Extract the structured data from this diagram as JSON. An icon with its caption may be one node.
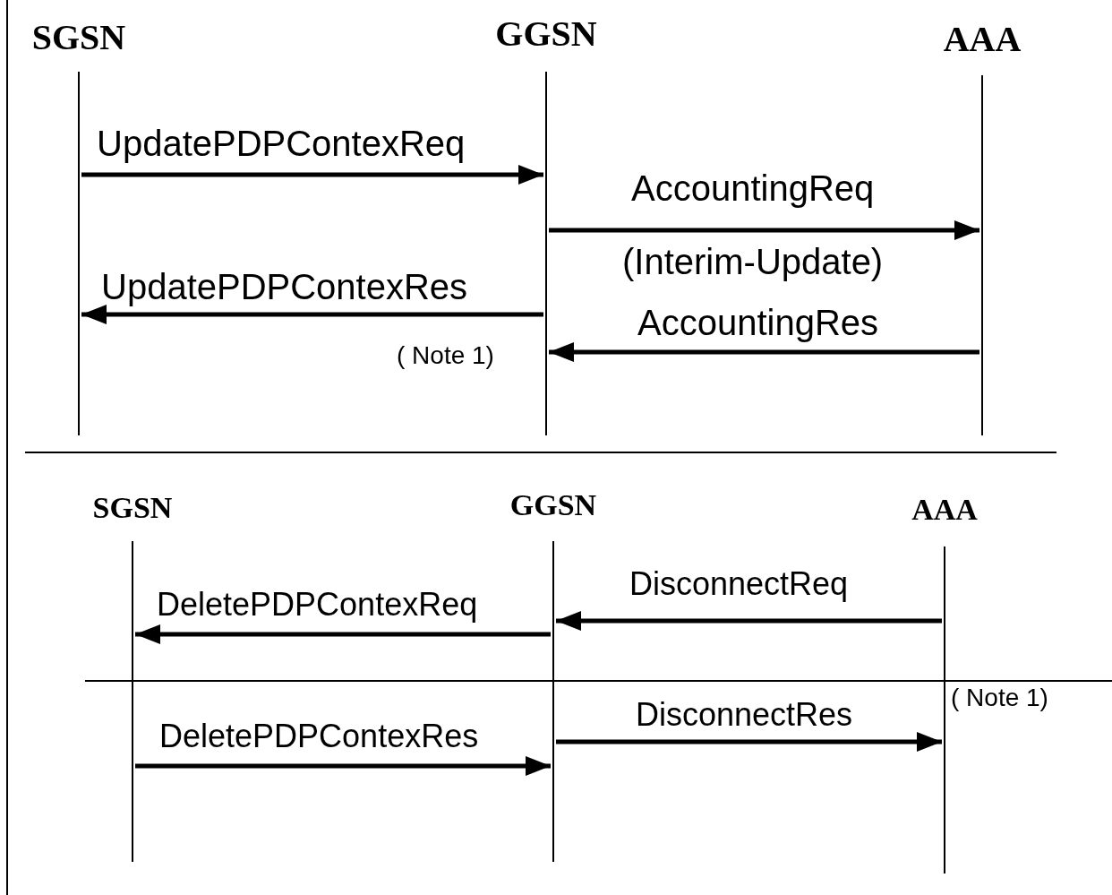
{
  "diagram": {
    "nodes": [
      {
        "text": [
          "SGSN"
        ]
      },
      {
        "text": [
          "GGSN"
        ]
      },
      {
        "text": [
          "AAA"
        ]
      },
      {
        "text": [
          "SGSN"
        ]
      },
      {
        "text": [
          "GGSN"
        ]
      },
      {
        "text": [
          "AAA"
        ]
      }
    ],
    "edges": [
      {
        "from": 0,
        "to": 1,
        "arrow": "to",
        "label": "UpdatePDPContexReq"
      },
      {
        "from": 1,
        "to": 2,
        "arrow": "to",
        "label": "AccountingReq"
      },
      {
        "from": 1,
        "to": 0,
        "arrow": "to",
        "label": "UpdatePDPContexRes"
      },
      {
        "from": 2,
        "to": 1,
        "arrow": "to",
        "label": "AccountingRes"
      },
      {
        "from": 5,
        "to": 4,
        "arrow": "to",
        "label": "DisconnectReq"
      },
      {
        "from": 4,
        "to": 3,
        "arrow": "to",
        "label": "DeletePDPContexReq"
      },
      {
        "from": 3,
        "to": 4,
        "arrow": "to",
        "label": "DeletePDPContexRes"
      },
      {
        "from": 4,
        "to": 5,
        "arrow": "to",
        "label": "DisconnectRes"
      }
    ],
    "labels": [
      "(Interim-Update)",
      "( Note 1)",
      "( Note 1)"
    ]
  }
}
